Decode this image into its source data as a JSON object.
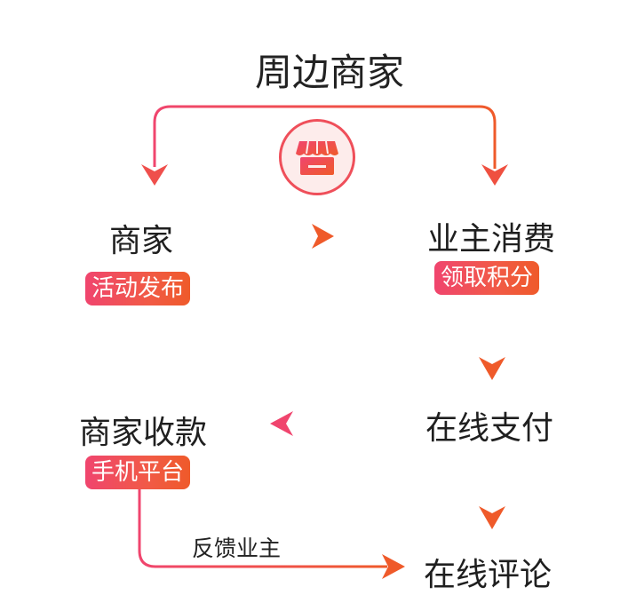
{
  "title": "周边商家",
  "nodes": {
    "merchant": "商家",
    "owner_consume": "业主消费",
    "online_pay": "在线支付",
    "merchant_collect": "商家收款",
    "online_review": "在线评论"
  },
  "badges": {
    "activity_publish": "活动发布",
    "earn_points": "领取积分",
    "mobile_platform": "手机平台"
  },
  "notes": {
    "feedback_owner": "反馈业主"
  },
  "icons": {
    "center": "shop-icon"
  },
  "colors": {
    "accent": "#f14e53",
    "accent_pink": "#f0456e",
    "accent_orange": "#ef5a2a",
    "icon_bg": "#fdeceb"
  }
}
